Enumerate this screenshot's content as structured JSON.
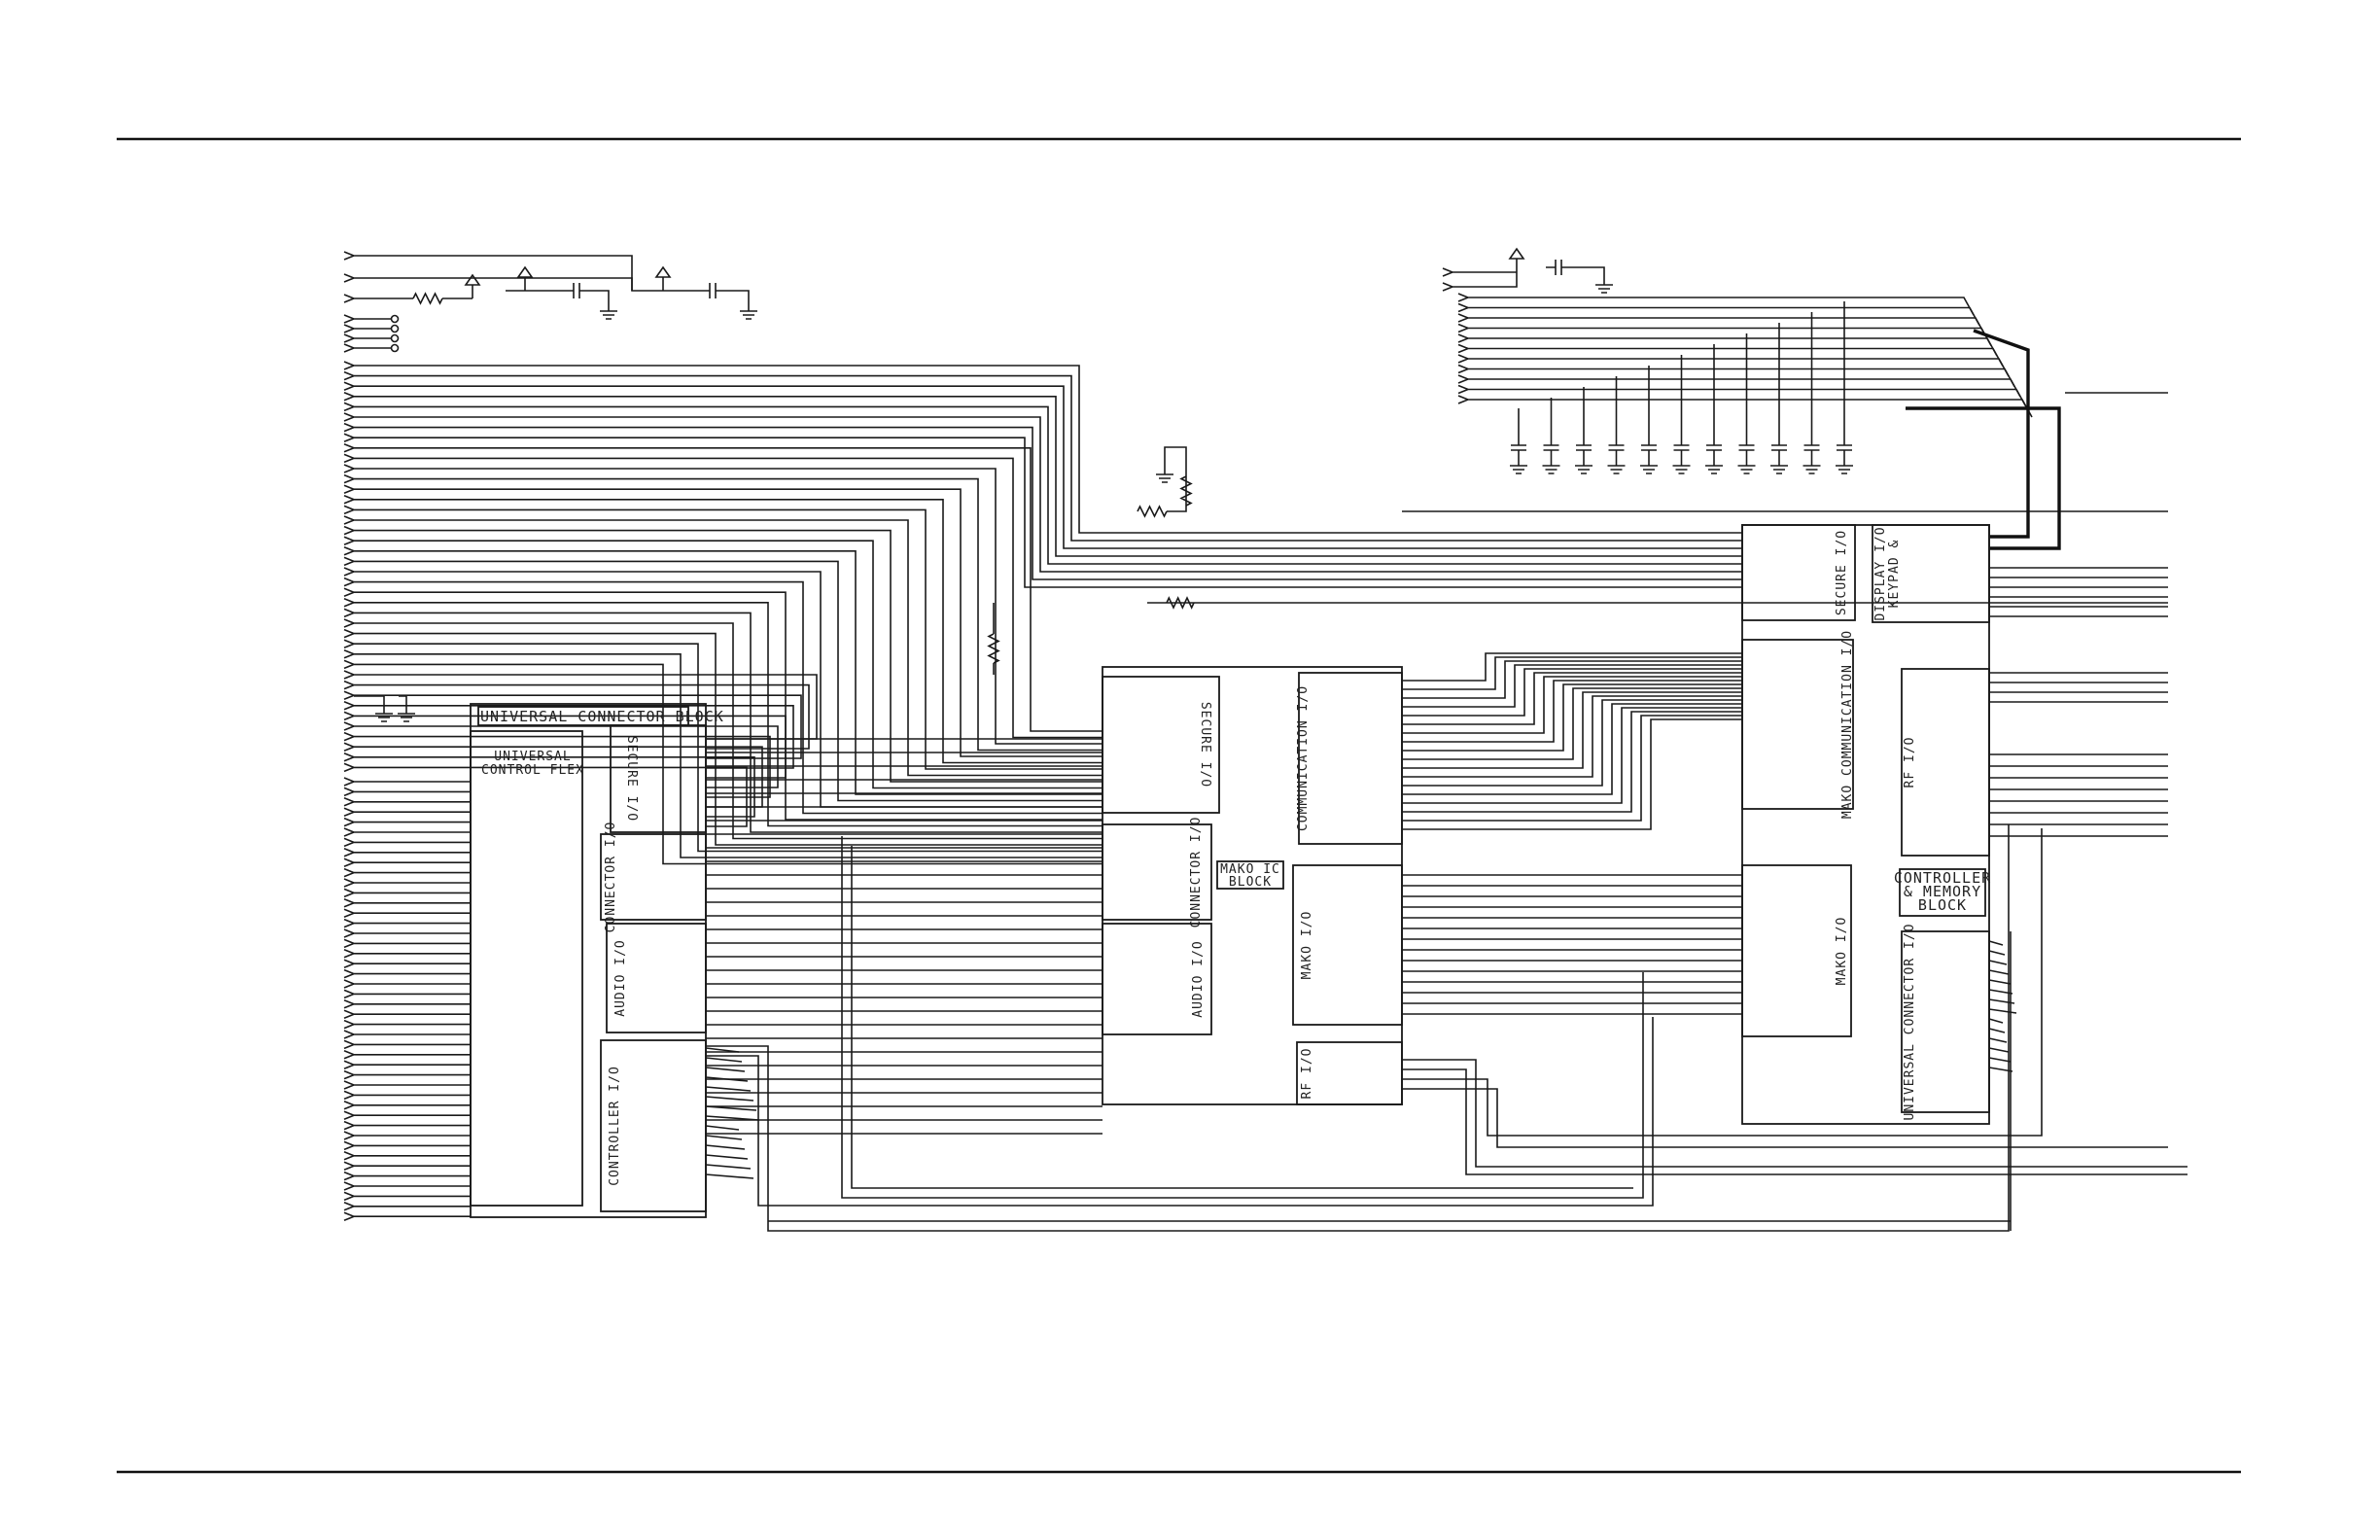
{
  "blocks": {
    "universal_connector": {
      "title": "UNIVERSAL CONNECTOR BLOCK",
      "flex_label_1": "UNIVERSAL",
      "flex_label_2": "CONTROL FLEX",
      "secure_io": "SECURE I/O",
      "connector_io": "CONNECTOR I/O",
      "audio_io": "AUDIO I/O",
      "controller_io": "CONTROLLER I/O"
    },
    "mako_ic": {
      "title_1": "MAKO IC",
      "title_2": "BLOCK",
      "secure_io": "SECURE I/O",
      "connector_io": "CONNECTOR I/O",
      "audio_io": "AUDIO I/O",
      "communication_io": "COMMUNICATION I/O",
      "mako_io": "MAKO I/O",
      "rf_io": "RF I/O"
    },
    "controller_memory": {
      "title_1": "CONTROLLER",
      "title_2": "& MEMORY",
      "title_3": "BLOCK",
      "secure_io": "SECURE I/O",
      "display_io_1": "DISPLAY I/O",
      "display_io_2": "KEYPAD &",
      "mako_communication": "MAKO COMMUNICATION I/O",
      "rf_io": "RF I/O",
      "mako_io": "MAKO I/O",
      "universal_connector_io": "UNIVERSAL CONNECTOR I/O"
    }
  }
}
